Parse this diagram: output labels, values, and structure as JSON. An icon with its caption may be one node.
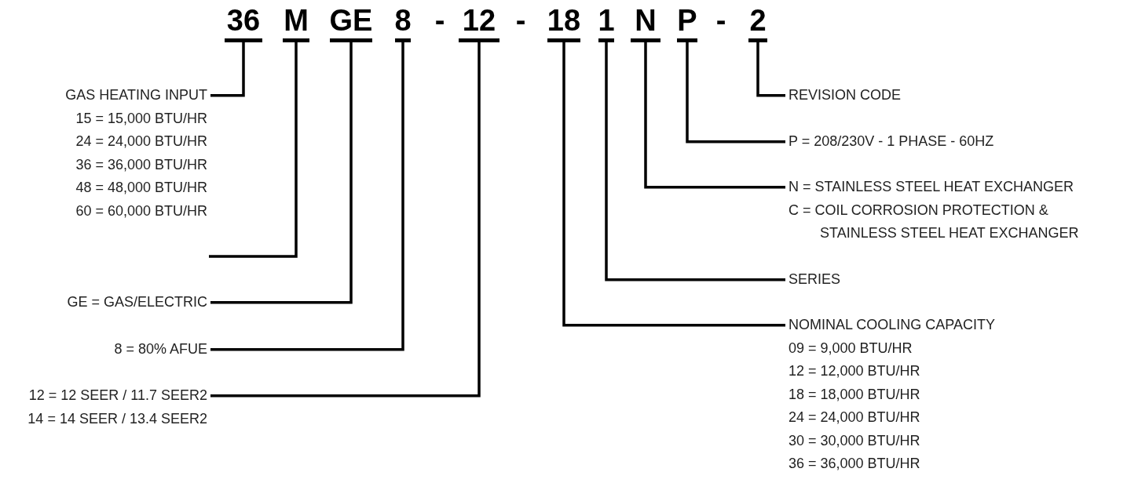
{
  "diagram": {
    "nodes": [
      {
        "text": [
          "36"
        ]
      },
      {
        "text": [
          "M"
        ]
      },
      {
        "text": [
          "GE"
        ]
      },
      {
        "text": [
          "8"
        ]
      },
      {
        "text": [
          "12"
        ]
      },
      {
        "text": [
          "18"
        ]
      },
      {
        "text": [
          "1"
        ]
      },
      {
        "text": [
          "N"
        ]
      },
      {
        "text": [
          "P"
        ]
      },
      {
        "text": [
          "2"
        ]
      },
      {
        "text": [
          "GAS HEATING INPUT",
          "15 = 15,000 BTU/HR",
          "24 = 24,000 BTU/HR",
          "36 = 36,000 BTU/HR",
          "48 = 48,000 BTU/HR",
          "60 = 60,000 BTU/HR"
        ]
      },
      {
        "text": [
          "GE = GAS/ELECTRIC"
        ]
      },
      {
        "text": [
          "8 = 80% AFUE"
        ]
      },
      {
        "text": [
          "12 = 12 SEER / 11.7 SEER2",
          "14 = 14 SEER / 13.4 SEER2"
        ]
      },
      {
        "text": [
          "REVISION CODE"
        ]
      },
      {
        "text": [
          "P = 208/230V - 1 PHASE - 60HZ"
        ]
      },
      {
        "text": [
          "N = STAINLESS STEEL HEAT EXCHANGER",
          "C = COIL CORROSION PROTECTION & STAINLESS STEEL HEAT EXCHANGER"
        ]
      },
      {
        "text": [
          "SERIES"
        ]
      },
      {
        "text": [
          "NOMINAL COOLING CAPACITY",
          "09 = 9,000 BTU/HR",
          "12 = 12,000 BTU/HR",
          "18 = 18,000 BTU/HR",
          "24 = 24,000 BTU/HR",
          "30 = 30,000 BTU/HR",
          "36 = 36,000 BTU/HR"
        ]
      }
    ],
    "edges": [
      {
        "from": 0,
        "to": 10,
        "arrow": "none"
      },
      {
        "from": 1,
        "to": null,
        "arrow": "none"
      },
      {
        "from": 2,
        "to": 11,
        "arrow": "none"
      },
      {
        "from": 3,
        "to": 12,
        "arrow": "none"
      },
      {
        "from": 4,
        "to": 13,
        "arrow": "none"
      },
      {
        "from": 5,
        "to": 18,
        "arrow": "none"
      },
      {
        "from": 6,
        "to": 17,
        "arrow": "none"
      },
      {
        "from": 7,
        "to": 16,
        "arrow": "none"
      },
      {
        "from": 8,
        "to": 15,
        "arrow": "none"
      },
      {
        "from": 9,
        "to": 14,
        "arrow": "none"
      }
    ],
    "labels": [
      "-",
      "-",
      "-"
    ]
  }
}
